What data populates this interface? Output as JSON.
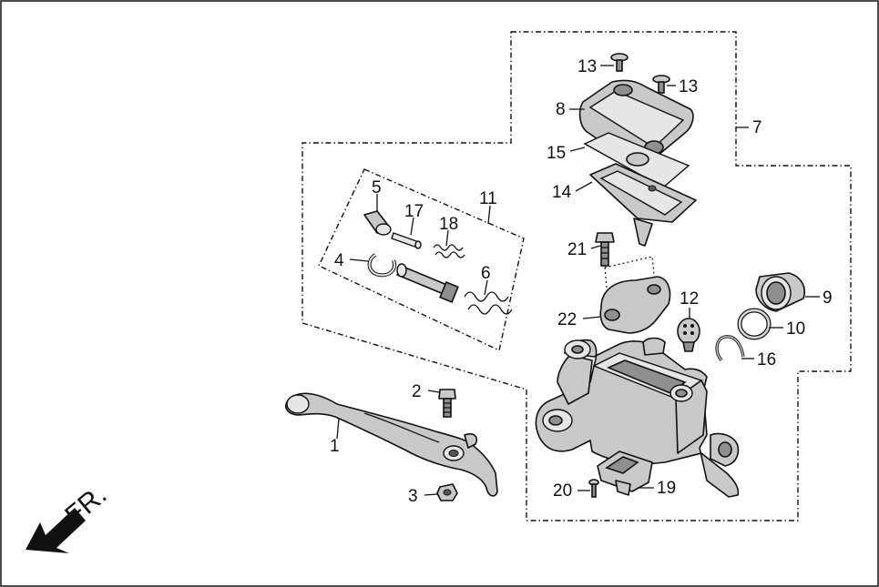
{
  "diagram": {
    "direction_label": "FR.",
    "callouts": [
      {
        "id": "c1",
        "text": "1"
      },
      {
        "id": "c2",
        "text": "2"
      },
      {
        "id": "c3",
        "text": "3"
      },
      {
        "id": "c4",
        "text": "4"
      },
      {
        "id": "c5",
        "text": "5"
      },
      {
        "id": "c6",
        "text": "6"
      },
      {
        "id": "c7",
        "text": "7"
      },
      {
        "id": "c8",
        "text": "8"
      },
      {
        "id": "c9",
        "text": "9"
      },
      {
        "id": "c10",
        "text": "10"
      },
      {
        "id": "c11",
        "text": "11"
      },
      {
        "id": "c12",
        "text": "12"
      },
      {
        "id": "c13a",
        "text": "13"
      },
      {
        "id": "c13b",
        "text": "13"
      },
      {
        "id": "c14",
        "text": "14"
      },
      {
        "id": "c15",
        "text": "15"
      },
      {
        "id": "c16",
        "text": "16"
      },
      {
        "id": "c17",
        "text": "17"
      },
      {
        "id": "c18",
        "text": "18"
      },
      {
        "id": "c19",
        "text": "19"
      },
      {
        "id": "c20",
        "text": "20"
      },
      {
        "id": "c21",
        "text": "21"
      },
      {
        "id": "c22",
        "text": "22"
      }
    ]
  }
}
